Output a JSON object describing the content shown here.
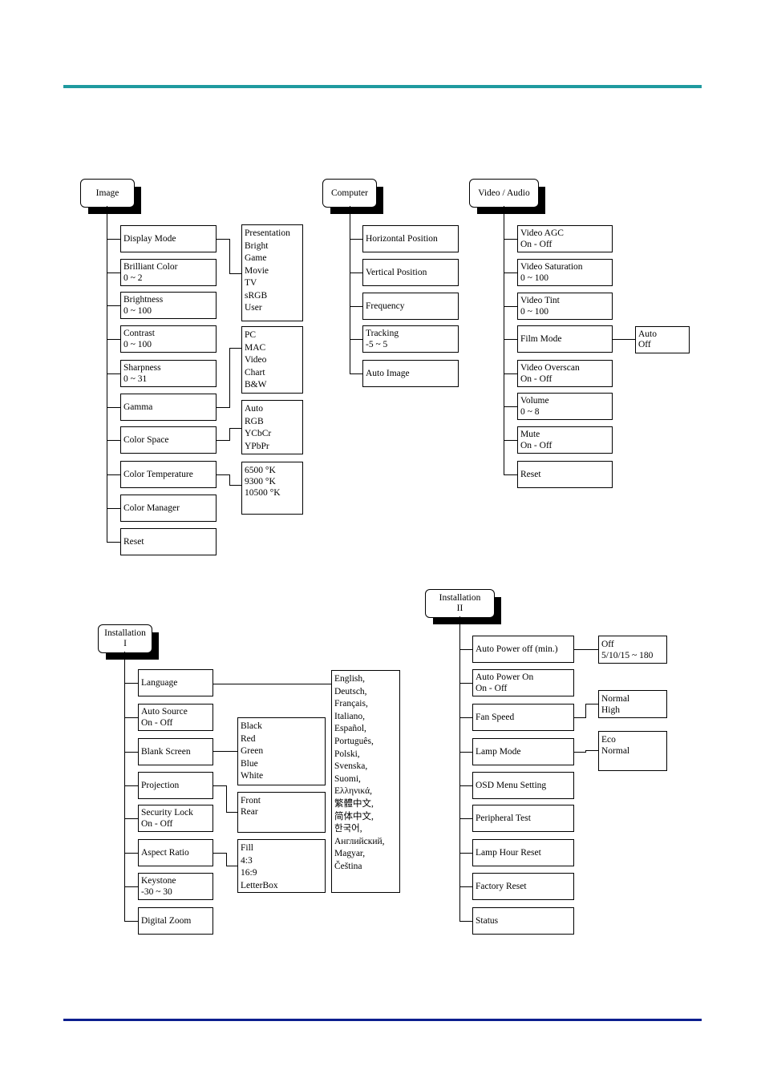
{
  "image_menu": {
    "root": "Image",
    "items": [
      {
        "title": "Display Mode",
        "sub": ""
      },
      {
        "title": "Brilliant Color",
        "sub": "0 ~ 2"
      },
      {
        "title": "Brightness",
        "sub": "0 ~ 100"
      },
      {
        "title": "Contrast",
        "sub": "0 ~ 100"
      },
      {
        "title": "Sharpness",
        "sub": "0 ~ 31"
      },
      {
        "title": "Gamma",
        "sub": ""
      },
      {
        "title": "Color Space",
        "sub": ""
      },
      {
        "title": "Color Temperature",
        "sub": ""
      },
      {
        "title": "Color Manager",
        "sub": ""
      },
      {
        "title": "Reset",
        "sub": ""
      }
    ],
    "display_mode_options": [
      "Presentation",
      "Bright",
      "Game",
      "Movie",
      "TV",
      "sRGB",
      "User"
    ],
    "gamma_options": [
      "PC",
      "MAC",
      "Video",
      "Chart",
      "B&W"
    ],
    "color_space_options": [
      "Auto",
      "RGB",
      "YCbCr",
      "YPbPr"
    ],
    "color_temp_options": [
      "6500 °K",
      "9300 °K",
      "10500 °K"
    ]
  },
  "computer_menu": {
    "root": "Computer",
    "items": [
      {
        "title": "Horizontal Position",
        "sub": ""
      },
      {
        "title": "Vertical Position",
        "sub": ""
      },
      {
        "title": "Frequency",
        "sub": ""
      },
      {
        "title": "Tracking",
        "sub": "-5 ~ 5"
      },
      {
        "title": "Auto Image",
        "sub": ""
      }
    ]
  },
  "video_menu": {
    "root": "Video / Audio",
    "items": [
      {
        "title": "Video AGC",
        "sub": "On - Off"
      },
      {
        "title": "Video Saturation",
        "sub": "0 ~ 100"
      },
      {
        "title": "Video Tint",
        "sub": "0 ~ 100"
      },
      {
        "title": "Film Mode",
        "sub": ""
      },
      {
        "title": "Video Overscan",
        "sub": "On - Off"
      },
      {
        "title": "Volume",
        "sub": "0 ~ 8"
      },
      {
        "title": "Mute",
        "sub": "On - Off"
      },
      {
        "title": "Reset",
        "sub": ""
      }
    ],
    "film_mode_options": [
      "Auto",
      "Off"
    ]
  },
  "installation1_menu": {
    "root_line1": "Installation",
    "root_line2": "I",
    "items": [
      {
        "title": "Language",
        "sub": ""
      },
      {
        "title": "Auto Source",
        "sub": "On - Off"
      },
      {
        "title": "Blank Screen",
        "sub": ""
      },
      {
        "title": "Projection",
        "sub": ""
      },
      {
        "title": "Security Lock",
        "sub": "On - Off"
      },
      {
        "title": "Aspect Ratio",
        "sub": ""
      },
      {
        "title": "Keystone",
        "sub": "-30 ~ 30"
      },
      {
        "title": "Digital Zoom",
        "sub": ""
      }
    ],
    "blank_screen_options": [
      "Black",
      "Red",
      "Green",
      "Blue",
      "White"
    ],
    "projection_options": [
      "Front",
      "Rear"
    ],
    "aspect_ratio_options": [
      "Fill",
      "4:3",
      "16:9",
      "LetterBox"
    ],
    "language_options": [
      "English,",
      "Deutsch,",
      "Français,",
      "Italiano,",
      "Español,",
      "Português,",
      "Polski,",
      "Svenska,",
      "Suomi,",
      "Ελληνικά,",
      "繁體中文,",
      "简体中文,",
      "한국어,",
      "Английский,",
      "Magyar,",
      "Čeština"
    ]
  },
  "installation2_menu": {
    "root_line1": "Installation",
    "root_line2": "II",
    "items": [
      {
        "title": "Auto Power off (min.)",
        "sub": ""
      },
      {
        "title": "Auto Power On",
        "sub": "On - Off"
      },
      {
        "title": "Fan Speed",
        "sub": ""
      },
      {
        "title": "Lamp Mode",
        "sub": ""
      },
      {
        "title": "OSD Menu Setting",
        "sub": ""
      },
      {
        "title": "Peripheral Test",
        "sub": ""
      },
      {
        "title": "Lamp Hour Reset",
        "sub": ""
      },
      {
        "title": "Factory Reset",
        "sub": ""
      },
      {
        "title": "Status",
        "sub": ""
      }
    ],
    "auto_power_off_options": [
      "Off",
      "5/10/15 ~ 180"
    ],
    "fan_speed_options": [
      "Normal",
      "High"
    ],
    "lamp_mode_options": [
      "Eco",
      "Normal"
    ]
  }
}
